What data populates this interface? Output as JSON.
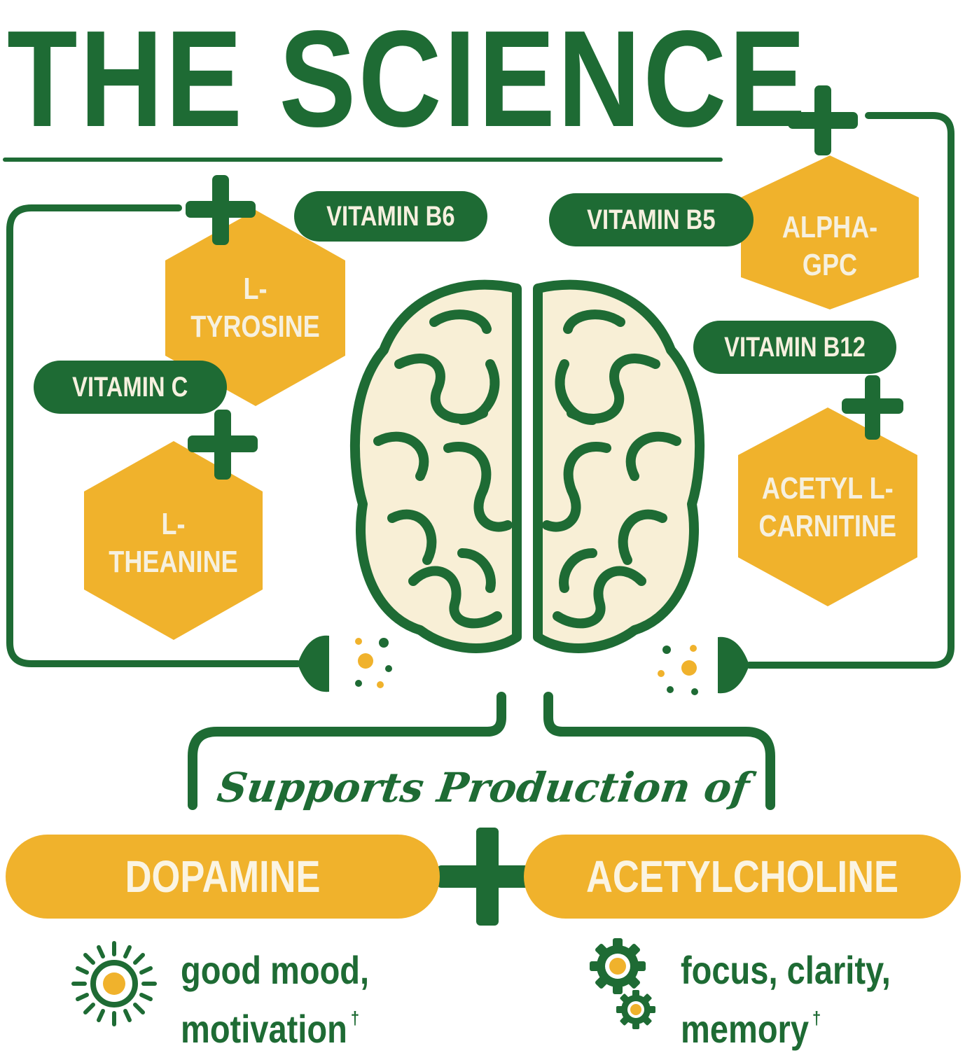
{
  "title": "THE SCIENCE",
  "colors": {
    "green": "#1e6b34",
    "yellow": "#f0b22c",
    "cream": "#f8efd6",
    "white": "#ffffff"
  },
  "vitamins": {
    "b6": "VITAMIN B6",
    "b5": "VITAMIN B5",
    "c": "VITAMIN C",
    "b12": "VITAMIN B12"
  },
  "ingredients": {
    "l_tyrosine": "L-TYROSINE",
    "l_theanine": "L-THEANINE",
    "alpha_gpc": "ALPHA-GPC",
    "acetyl_l_carnitine": "ACETYL L-\nCARNITINE"
  },
  "supports": "Supports Production of",
  "results": {
    "dopamine": "DOPAMINE",
    "acetylcholine": "ACETYLCHOLINE"
  },
  "benefits": {
    "dopamine": {
      "line1": "good mood,",
      "line2": "motivation",
      "dagger": "†",
      "icon": "sun-icon"
    },
    "acetylcholine": {
      "line1": "focus, clarity,",
      "line2": "memory",
      "dagger": "†",
      "icon": "gears-icon"
    }
  }
}
